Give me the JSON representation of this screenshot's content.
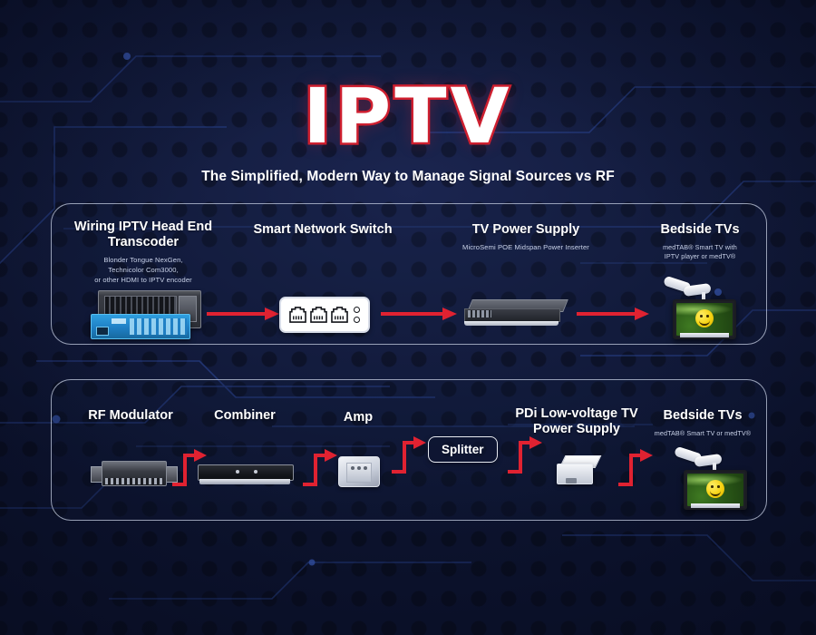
{
  "header": {
    "title": "IPTV",
    "subtitle": "The Simplified, Modern Way to Manage Signal Sources vs RF"
  },
  "colors": {
    "background": "#131c3c",
    "panel_border": "#c6cde1",
    "arrow": "#e02231",
    "title_outline": "#cf2030",
    "accent_blue": "#2f9fe0"
  },
  "panels": [
    {
      "id": "iptv-flow",
      "steps": [
        {
          "title": "Wiring IPTV Head End Transcoder",
          "subtitle": "Blonder Tongue NexGen,\nTechnicolor Com3000,\nor other HDMI to IPTV encoder",
          "device": "head-end-transcoder"
        },
        {
          "title": "Smart Network Switch",
          "subtitle": "",
          "device": "network-switch"
        },
        {
          "title": "TV Power Supply",
          "subtitle": "MicroSemi POE Midspan Power Inserter",
          "device": "poe-midspan"
        },
        {
          "title": "Bedside TVs",
          "subtitle": "medTAB® Smart TV with\nIPTV player or medTV®",
          "device": "bedside-tv"
        }
      ]
    },
    {
      "id": "rf-flow",
      "steps": [
        {
          "title": "RF Modulator",
          "subtitle": "",
          "device": "rf-modulator"
        },
        {
          "title": "Combiner",
          "subtitle": "",
          "device": "combiner"
        },
        {
          "title": "Amp",
          "subtitle": "",
          "device": "amplifier"
        },
        {
          "title": "PDi Low-voltage TV Power Supply",
          "subtitle": "",
          "device": "pdi-power-supply"
        },
        {
          "title": "Bedside TVs",
          "subtitle": "medTAB® Smart TV or  medTV®",
          "device": "bedside-tv"
        }
      ],
      "splitter_label": "Splitter"
    }
  ]
}
